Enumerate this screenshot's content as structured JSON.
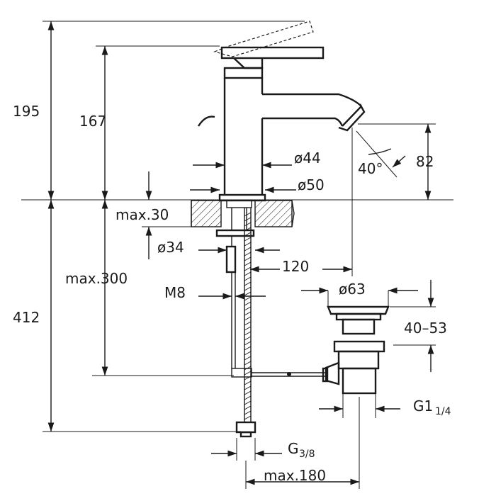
{
  "dimensions": {
    "total_height_above": "195",
    "handle_height": "167",
    "spout_height": "82",
    "spout_angle": "40°",
    "body_diameter": "ø44",
    "base_diameter": "ø50",
    "max_counter_thickness": "max.30",
    "hole_diameter": "ø34",
    "spout_reach": "120",
    "rod_thread": "M8",
    "max_below_counter": "max.300",
    "total_below": "412",
    "waste_diameter": "ø63",
    "waste_range": "40–53",
    "waste_thread_main": "G1",
    "waste_thread_frac": "1/4",
    "hose_thread_main": "G",
    "hose_thread_frac": "3/8",
    "max_waste_distance": "max.180"
  }
}
